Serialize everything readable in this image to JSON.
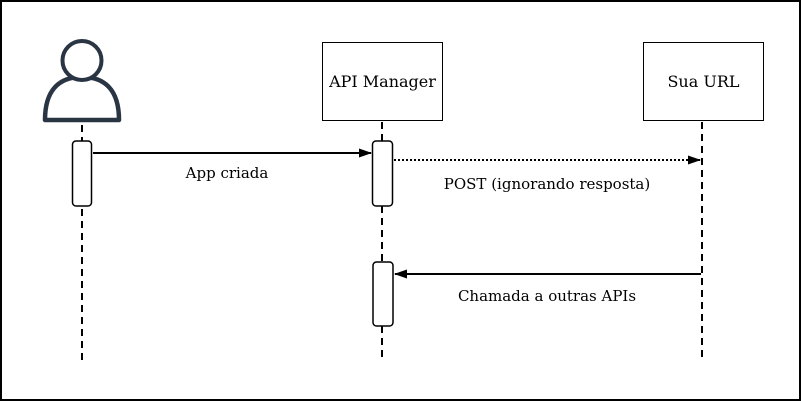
{
  "diagram": {
    "title": "sequence-diagram",
    "colors": {
      "background": "#ffffff",
      "line": "#000000",
      "actor": "#2a3544",
      "box_fill": "#ffffff"
    },
    "participants": [
      {
        "id": "user",
        "kind": "actor",
        "label": ""
      },
      {
        "id": "api-manager",
        "kind": "box",
        "label": "API Manager"
      },
      {
        "id": "sua-url",
        "kind": "box",
        "label": "Sua URL"
      }
    ],
    "messages": [
      {
        "from": "user",
        "to": "api-manager",
        "style": "solid",
        "label": "App criada"
      },
      {
        "from": "api-manager",
        "to": "sua-url",
        "style": "dotted",
        "label": "POST (ignorando resposta)"
      },
      {
        "from": "sua-url",
        "to": "api-manager",
        "style": "solid",
        "label": "Chamada a outras APIs"
      }
    ]
  }
}
